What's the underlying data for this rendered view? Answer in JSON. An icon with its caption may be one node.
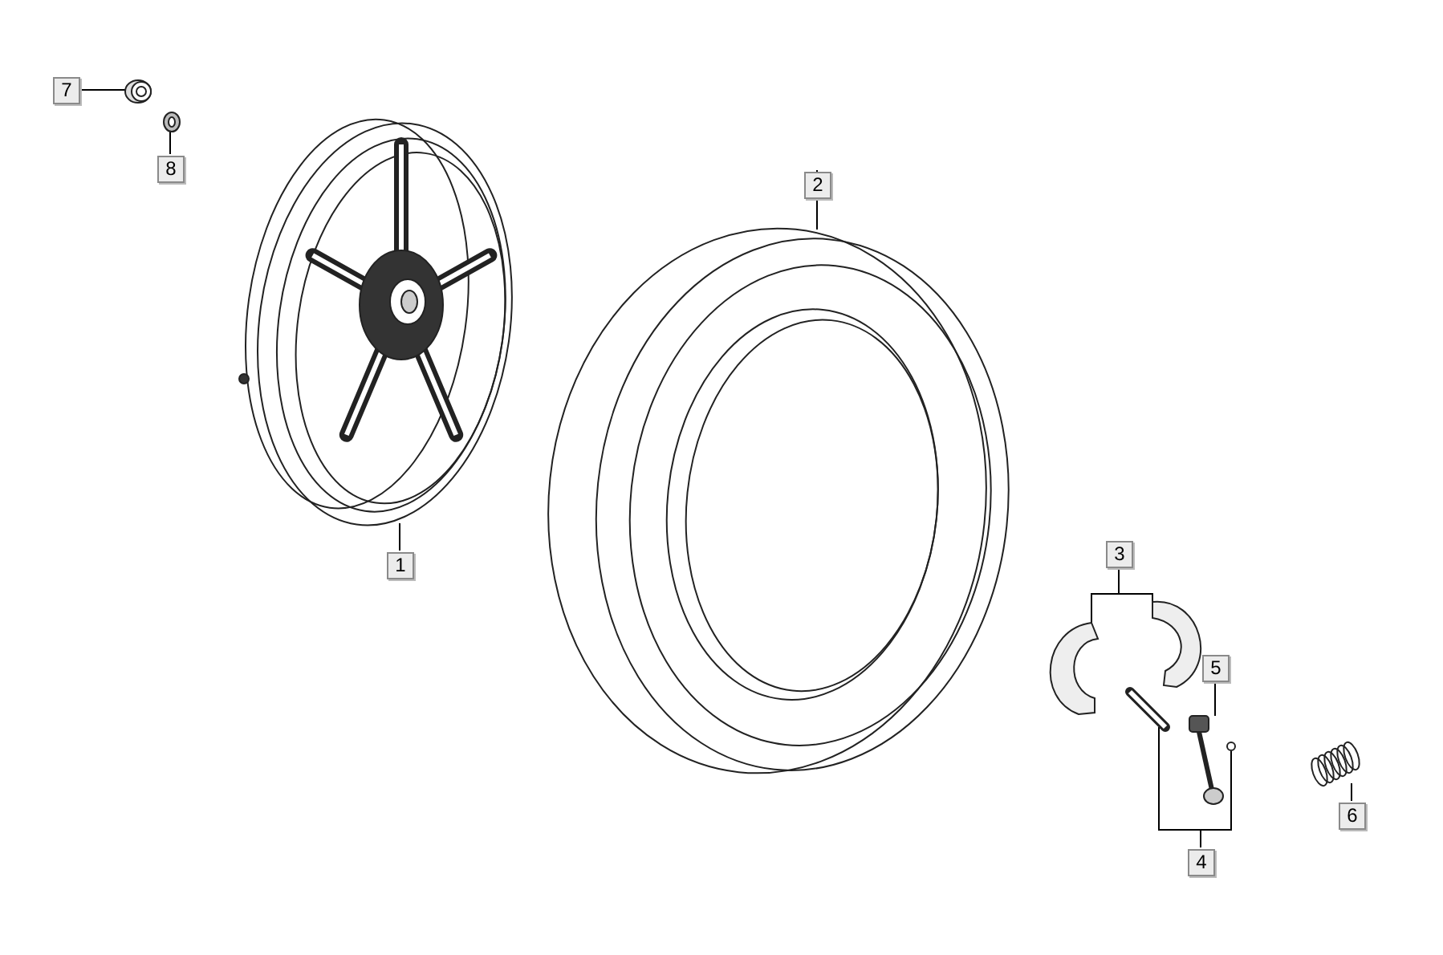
{
  "diagram": {
    "nodes": [
      {
        "text": [
          "7"
        ]
      },
      {
        "text": [
          "8"
        ]
      },
      {
        "text": [
          "2"
        ]
      },
      {
        "text": [
          "1"
        ]
      },
      {
        "text": [
          "3"
        ]
      },
      {
        "text": [
          "5"
        ]
      },
      {
        "text": [
          "6"
        ]
      },
      {
        "text": [
          "4"
        ]
      },
      {
        "text": [],
        "shape": "picture"
      },
      {
        "text": [],
        "shape": "picture"
      },
      {
        "text": [],
        "shape": "picture"
      },
      {
        "text": [],
        "shape": "picture"
      },
      {
        "text": [],
        "shape": "picture"
      },
      {
        "text": [],
        "shape": "picture"
      },
      {
        "text": [],
        "shape": "picture"
      },
      {
        "text": [],
        "shape": "picture"
      },
      {
        "text": [],
        "shape": "circle"
      },
      {
        "text": [],
        "shape": "picture"
      }
    ],
    "edges": [
      {
        "from": 0,
        "to": 8,
        "arrow": "none"
      },
      {
        "from": 1,
        "to": 9,
        "arrow": "none"
      },
      {
        "from": 2,
        "to": 11,
        "arrow": "none"
      },
      {
        "from": 3,
        "to": 10,
        "arrow": "none"
      },
      {
        "from": 4,
        "to": 12,
        "arrow": "none"
      },
      {
        "from": 4,
        "to": 13,
        "arrow": "none"
      },
      {
        "from": 5,
        "to": 15,
        "arrow": "none"
      },
      {
        "from": 6,
        "to": 17,
        "arrow": "none"
      },
      {
        "from": 7,
        "to": 14,
        "arrow": "none"
      },
      {
        "from": 7,
        "to": 16,
        "arrow": "none"
      }
    ]
  }
}
